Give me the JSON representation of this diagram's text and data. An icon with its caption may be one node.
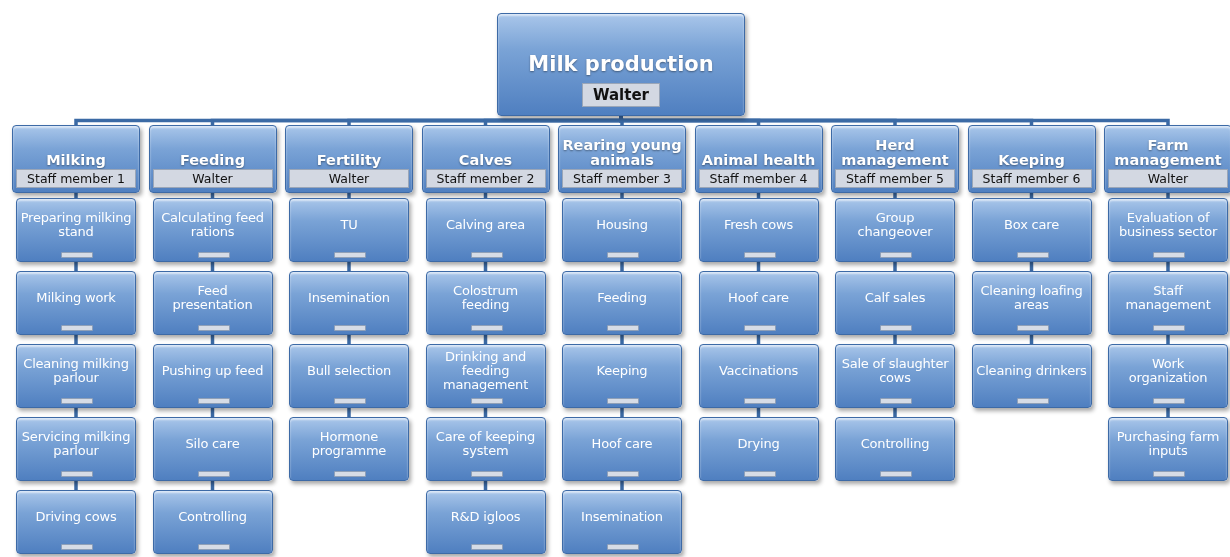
{
  "diagram": {
    "nodes": [
      {
        "text": [
          "Milk production",
          "Walter"
        ]
      },
      {
        "text": [
          "Milking",
          "Staff member 1"
        ]
      },
      {
        "text": [
          "Preparing milking stand"
        ]
      },
      {
        "text": [
          "Milking work"
        ]
      },
      {
        "text": [
          "Cleaning milking parlour"
        ]
      },
      {
        "text": [
          "Servicing milking parlour"
        ]
      },
      {
        "text": [
          "Driving cows"
        ]
      },
      {
        "text": [
          "Feeding",
          "Walter"
        ]
      },
      {
        "text": [
          "Calculating feed rations"
        ]
      },
      {
        "text": [
          "Feed presentation"
        ]
      },
      {
        "text": [
          "Pushing up feed"
        ]
      },
      {
        "text": [
          "Silo care"
        ]
      },
      {
        "text": [
          "Controlling"
        ]
      },
      {
        "text": [
          "Fertility",
          "Walter"
        ]
      },
      {
        "text": [
          "TU"
        ]
      },
      {
        "text": [
          "Insemination"
        ]
      },
      {
        "text": [
          "Bull selection"
        ]
      },
      {
        "text": [
          "Hormone programme"
        ]
      },
      {
        "text": [
          "Calves",
          "Staff member 2"
        ]
      },
      {
        "text": [
          "Calving area"
        ]
      },
      {
        "text": [
          "Colostrum feeding"
        ]
      },
      {
        "text": [
          "Drinking and feeding management"
        ]
      },
      {
        "text": [
          "Care of keeping system"
        ]
      },
      {
        "text": [
          "R&D igloos"
        ]
      },
      {
        "text": [
          "Rearing young animals",
          "Staff member 3"
        ]
      },
      {
        "text": [
          "Housing"
        ]
      },
      {
        "text": [
          "Feeding"
        ]
      },
      {
        "text": [
          "Keeping"
        ]
      },
      {
        "text": [
          "Hoof care"
        ]
      },
      {
        "text": [
          "Insemination"
        ]
      },
      {
        "text": [
          "Animal health",
          "Staff member 4"
        ]
      },
      {
        "text": [
          "Fresh cows"
        ]
      },
      {
        "text": [
          "Hoof care"
        ]
      },
      {
        "text": [
          "Vaccinations"
        ]
      },
      {
        "text": [
          "Drying"
        ]
      },
      {
        "text": [
          "Herd management",
          "Staff member 5"
        ]
      },
      {
        "text": [
          "Group changeover"
        ]
      },
      {
        "text": [
          "Calf sales"
        ]
      },
      {
        "text": [
          "Sale of slaughter cows"
        ]
      },
      {
        "text": [
          "Controlling"
        ]
      },
      {
        "text": [
          "Keeping",
          "Staff member 6"
        ]
      },
      {
        "text": [
          "Box care"
        ]
      },
      {
        "text": [
          "Cleaning loafing areas"
        ]
      },
      {
        "text": [
          "Cleaning drinkers"
        ]
      },
      {
        "text": [
          "Farm management",
          "Walter"
        ]
      },
      {
        "text": [
          "Evaluation of business sector"
        ]
      },
      {
        "text": [
          "Staff management"
        ]
      },
      {
        "text": [
          "Work organization"
        ]
      },
      {
        "text": [
          "Purchasing farm inputs"
        ]
      }
    ],
    "edges": [
      {
        "from": 0,
        "to": 1,
        "arrow": "none"
      },
      {
        "from": 0,
        "to": 7,
        "arrow": "none"
      },
      {
        "from": 0,
        "to": 13,
        "arrow": "none"
      },
      {
        "from": 0,
        "to": 18,
        "arrow": "none"
      },
      {
        "from": 0,
        "to": 24,
        "arrow": "none"
      },
      {
        "from": 0,
        "to": 30,
        "arrow": "none"
      },
      {
        "from": 0,
        "to": 35,
        "arrow": "none"
      },
      {
        "from": 0,
        "to": 40,
        "arrow": "none"
      },
      {
        "from": 0,
        "to": 44,
        "arrow": "none"
      },
      {
        "from": 1,
        "to": 2,
        "arrow": "none"
      },
      {
        "from": 2,
        "to": 3,
        "arrow": "none"
      },
      {
        "from": 3,
        "to": 4,
        "arrow": "none"
      },
      {
        "from": 4,
        "to": 5,
        "arrow": "none"
      },
      {
        "from": 5,
        "to": 6,
        "arrow": "none"
      },
      {
        "from": 7,
        "to": 8,
        "arrow": "none"
      },
      {
        "from": 8,
        "to": 9,
        "arrow": "none"
      },
      {
        "from": 9,
        "to": 10,
        "arrow": "none"
      },
      {
        "from": 10,
        "to": 11,
        "arrow": "none"
      },
      {
        "from": 11,
        "to": 12,
        "arrow": "none"
      },
      {
        "from": 13,
        "to": 14,
        "arrow": "none"
      },
      {
        "from": 14,
        "to": 15,
        "arrow": "none"
      },
      {
        "from": 15,
        "to": 16,
        "arrow": "none"
      },
      {
        "from": 16,
        "to": 17,
        "arrow": "none"
      },
      {
        "from": 18,
        "to": 19,
        "arrow": "none"
      },
      {
        "from": 19,
        "to": 20,
        "arrow": "none"
      },
      {
        "from": 20,
        "to": 21,
        "arrow": "none"
      },
      {
        "from": 21,
        "to": 22,
        "arrow": "none"
      },
      {
        "from": 22,
        "to": 23,
        "arrow": "none"
      },
      {
        "from": 24,
        "to": 25,
        "arrow": "none"
      },
      {
        "from": 25,
        "to": 26,
        "arrow": "none"
      },
      {
        "from": 26,
        "to": 27,
        "arrow": "none"
      },
      {
        "from": 27,
        "to": 28,
        "arrow": "none"
      },
      {
        "from": 28,
        "to": 29,
        "arrow": "none"
      },
      {
        "from": 30,
        "to": 31,
        "arrow": "none"
      },
      {
        "from": 31,
        "to": 32,
        "arrow": "none"
      },
      {
        "from": 32,
        "to": 33,
        "arrow": "none"
      },
      {
        "from": 33,
        "to": 34,
        "arrow": "none"
      },
      {
        "from": 35,
        "to": 36,
        "arrow": "none"
      },
      {
        "from": 36,
        "to": 37,
        "arrow": "none"
      },
      {
        "from": 37,
        "to": 38,
        "arrow": "none"
      },
      {
        "from": 38,
        "to": 39,
        "arrow": "none"
      },
      {
        "from": 40,
        "to": 41,
        "arrow": "none"
      },
      {
        "from": 41,
        "to": 42,
        "arrow": "none"
      },
      {
        "from": 42,
        "to": 43,
        "arrow": "none"
      },
      {
        "from": 44,
        "to": 45,
        "arrow": "none"
      },
      {
        "from": 45,
        "to": 46,
        "arrow": "none"
      },
      {
        "from": 46,
        "to": 47,
        "arrow": "none"
      },
      {
        "from": 47,
        "to": 48,
        "arrow": "none"
      }
    ]
  }
}
